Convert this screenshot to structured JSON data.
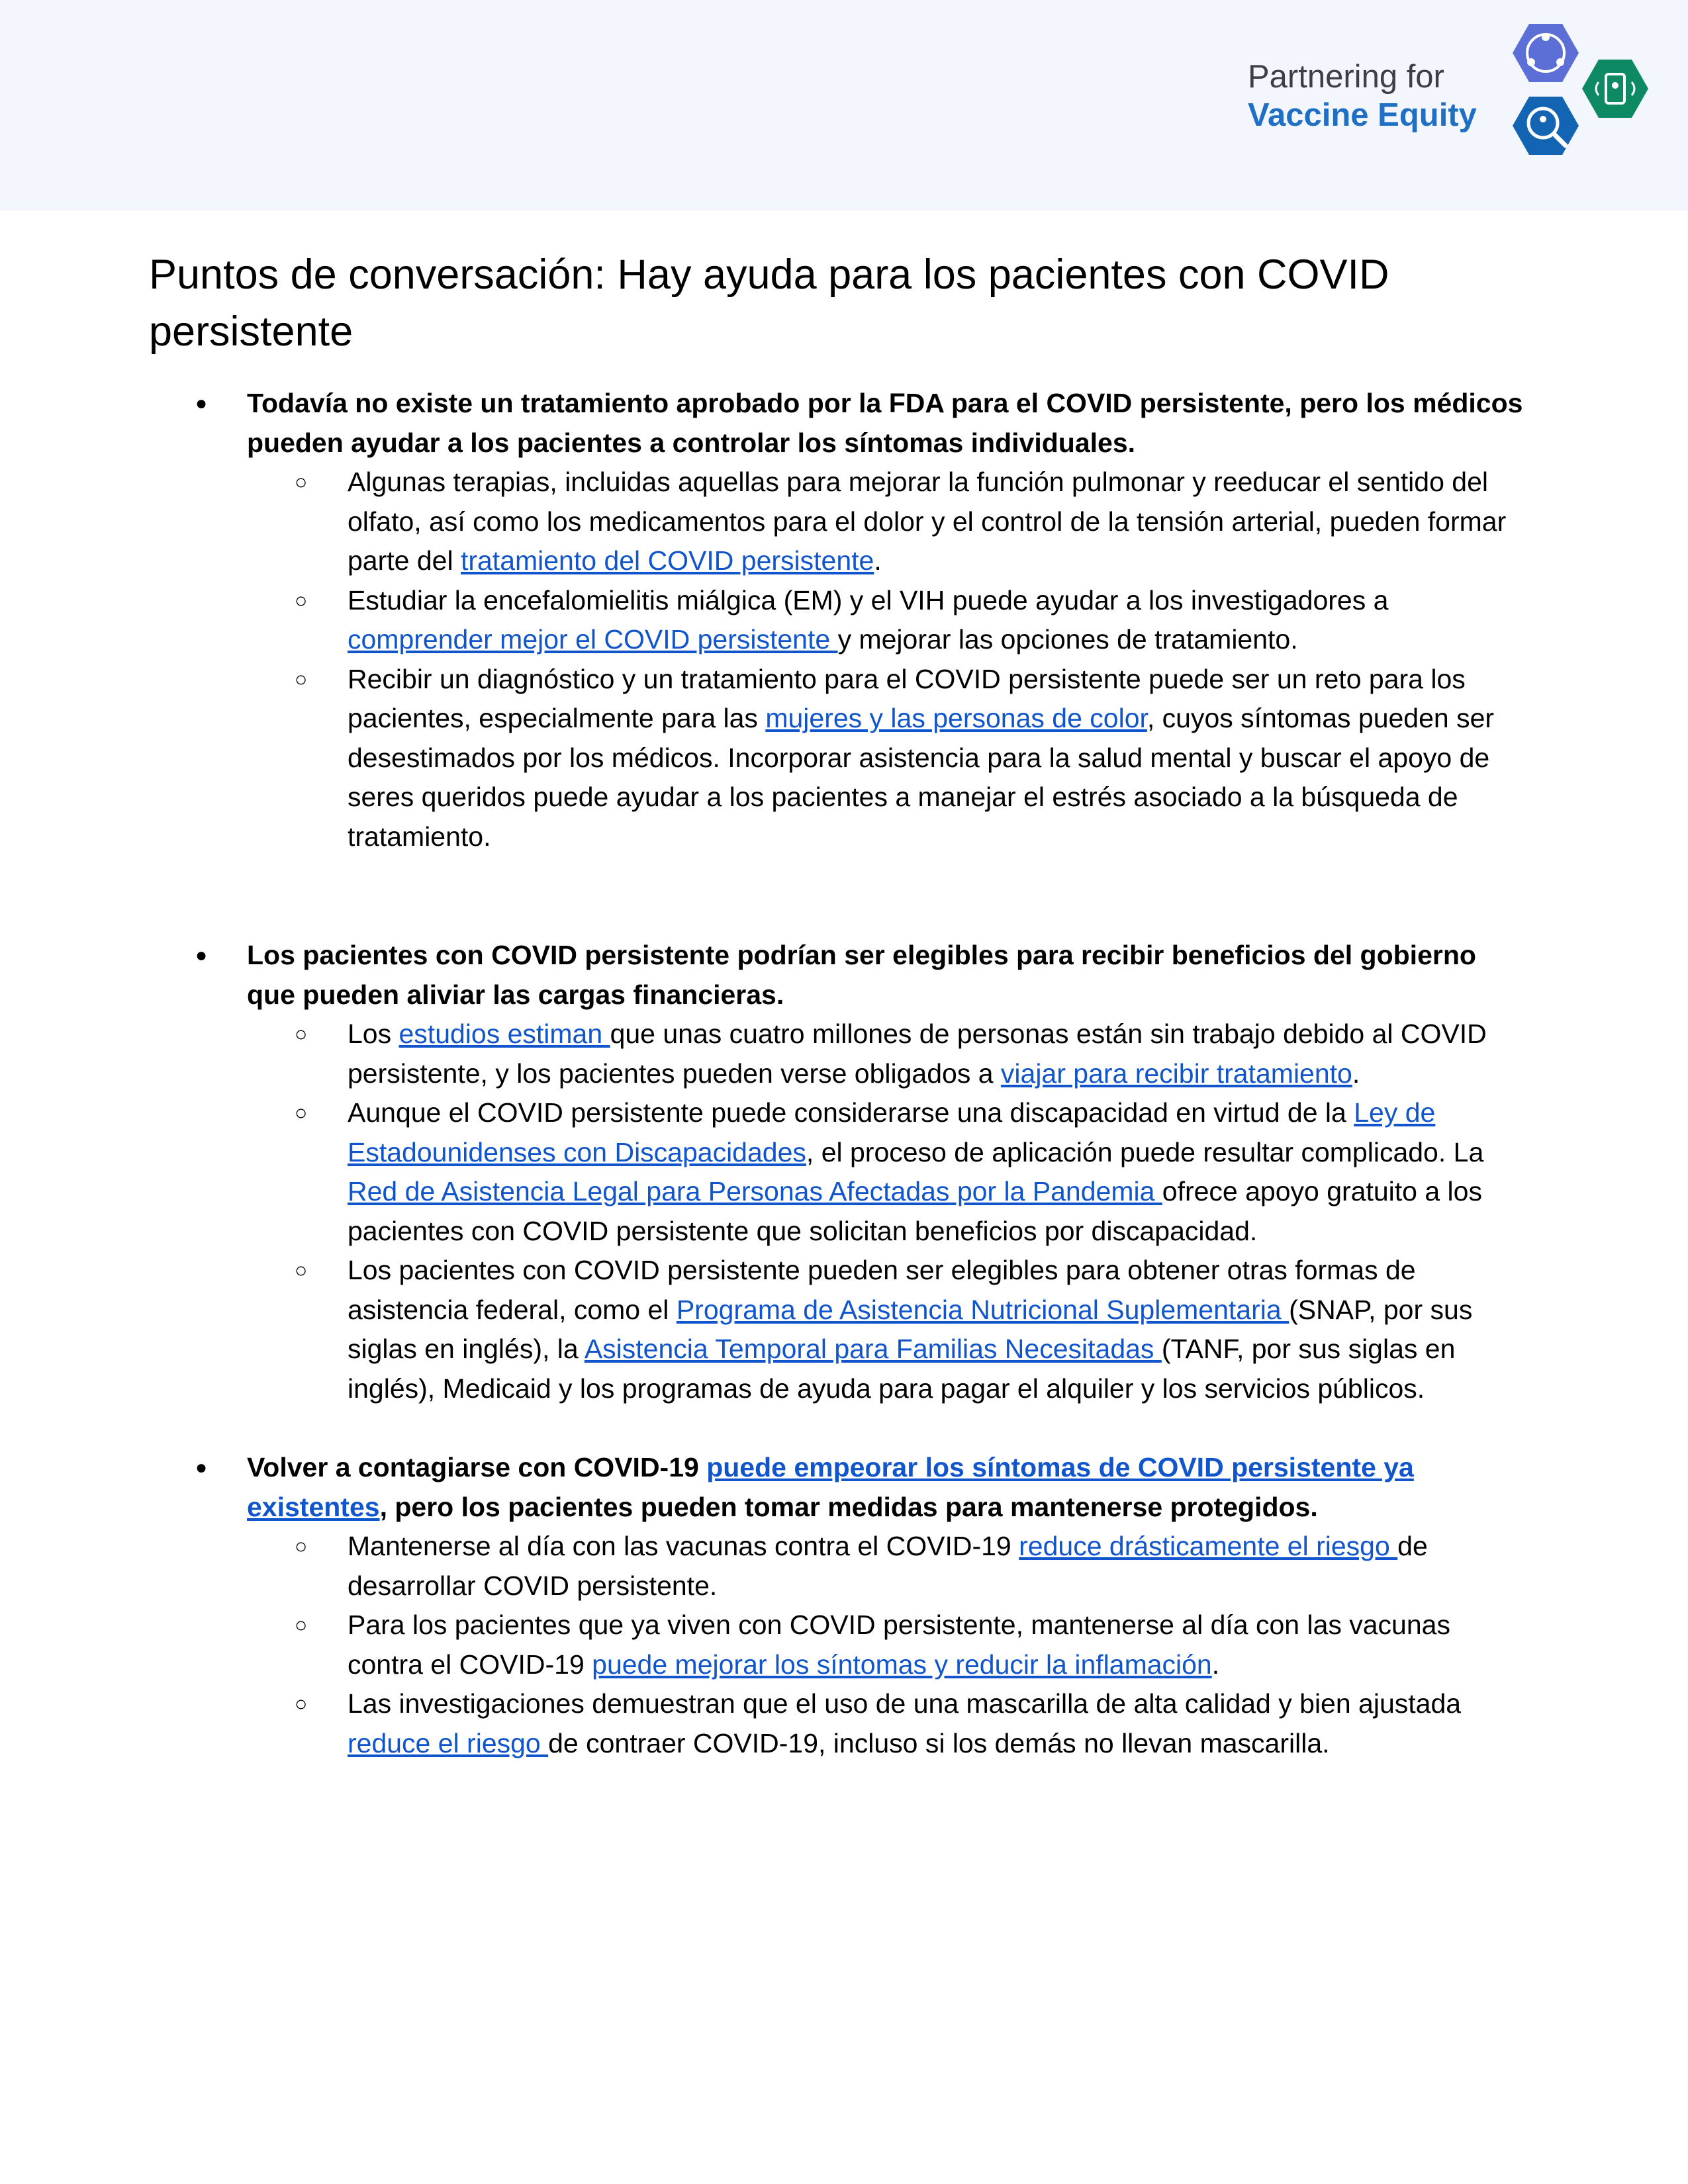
{
  "logo": {
    "line1": "Partnering for",
    "line2": "Vaccine Equity",
    "colors": [
      "#5b6fd6",
      "#0d8a63",
      "#1464b4"
    ]
  },
  "page_title": "Puntos de conversación: Hay ayuda para los pacientes con COVID persistente",
  "sections": [
    {
      "head": [
        {
          "t": "Todavía no existe un tratamiento aprobado por la FDA para el COVID persistente, pero los médicos pueden ayudar a los pacientes a controlar los síntomas individuales."
        }
      ],
      "items": [
        [
          {
            "t": "Algunas terapias, incluidas aquellas para mejorar la función pulmonar y reeducar el sentido del olfato, así como los medicamentos para el dolor y el control de la tensión arterial, pueden formar parte del "
          },
          {
            "t": "tratamiento del COVID persistente",
            "link": true
          },
          {
            "t": "."
          }
        ],
        [
          {
            "t": "Estudiar la encefalomielitis miálgica (EM) y el VIH puede ayudar a los investigadores a "
          },
          {
            "t": "comprender mejor el COVID persistente ",
            "link": true
          },
          {
            "t": "y mejorar las opciones de tratamiento."
          }
        ],
        [
          {
            "t": "Recibir un diagnóstico y un tratamiento para el COVID persistente puede ser un reto para los pacientes, especialmente para las "
          },
          {
            "t": "mujeres y las personas de color",
            "link": true
          },
          {
            "t": ", cuyos síntomas pueden ser desestimados por los médicos. Incorporar asistencia para la salud mental y buscar el apoyo de seres queridos puede ayudar a los pacientes a manejar el estrés asociado a la búsqueda de tratamiento."
          }
        ]
      ]
    },
    {
      "head": [
        {
          "t": "Los pacientes con COVID persistente podrían ser elegibles para recibir beneficios del gobierno que pueden aliviar las cargas financieras."
        }
      ],
      "items": [
        [
          {
            "t": "Los "
          },
          {
            "t": "estudios estiman ",
            "link": true
          },
          {
            "t": "que unas cuatro millones de personas están sin trabajo debido al COVID persistente, y los pacientes pueden verse obligados a "
          },
          {
            "t": "viajar para recibir tratamiento",
            "link": true
          },
          {
            "t": "."
          }
        ],
        [
          {
            "t": "Aunque el COVID persistente puede considerarse una discapacidad en virtud de la "
          },
          {
            "t": "Ley de Estadounidenses con Discapacidades",
            "link": true
          },
          {
            "t": ", el proceso de aplicación puede resultar complicado. La "
          },
          {
            "t": "Red de Asistencia Legal para Personas Afectadas por la Pandemia ",
            "link": true
          },
          {
            "t": "ofrece apoyo gratuito a los pacientes con COVID persistente que solicitan beneficios por discapacidad."
          }
        ],
        [
          {
            "t": "Los pacientes con COVID persistente pueden ser elegibles para obtener otras formas de asistencia federal, como el "
          },
          {
            "t": "Programa de Asistencia Nutricional Suplementaria ",
            "link": true
          },
          {
            "t": "(SNAP, por sus siglas en inglés), la "
          },
          {
            "t": "Asistencia Temporal para Familias Necesitadas ",
            "link": true
          },
          {
            "t": "(TANF, por sus siglas en inglés), Medicaid y los programas de ayuda para pagar el alquiler y los servicios públicos."
          }
        ]
      ]
    },
    {
      "head": [
        {
          "t": "Volver a contagiarse con COVID-19 "
        },
        {
          "t": "puede empeorar los síntomas de COVID persistente ya existentes",
          "link": true
        },
        {
          "t": ", pero los pacientes pueden tomar medidas para mantenerse protegidos."
        }
      ],
      "items": [
        [
          {
            "t": "Mantenerse al día con las vacunas contra el COVID-19 "
          },
          {
            "t": "reduce drásticamente el riesgo ",
            "link": true
          },
          {
            "t": "de desarrollar COVID persistente."
          }
        ],
        [
          {
            "t": "Para los pacientes que ya viven con COVID persistente, mantenerse al día con las vacunas contra el COVID-19 "
          },
          {
            "t": "puede mejorar los síntomas y reducir la inflamación",
            "link": true
          },
          {
            "t": "."
          }
        ],
        [
          {
            "t": "Las investigaciones demuestran que el uso de una mascarilla de alta calidad y bien ajustada "
          },
          {
            "t": "reduce el riesgo ",
            "link": true
          },
          {
            "t": "de contraer COVID-19, incluso si los demás no llevan mascarilla."
          }
        ]
      ]
    }
  ]
}
